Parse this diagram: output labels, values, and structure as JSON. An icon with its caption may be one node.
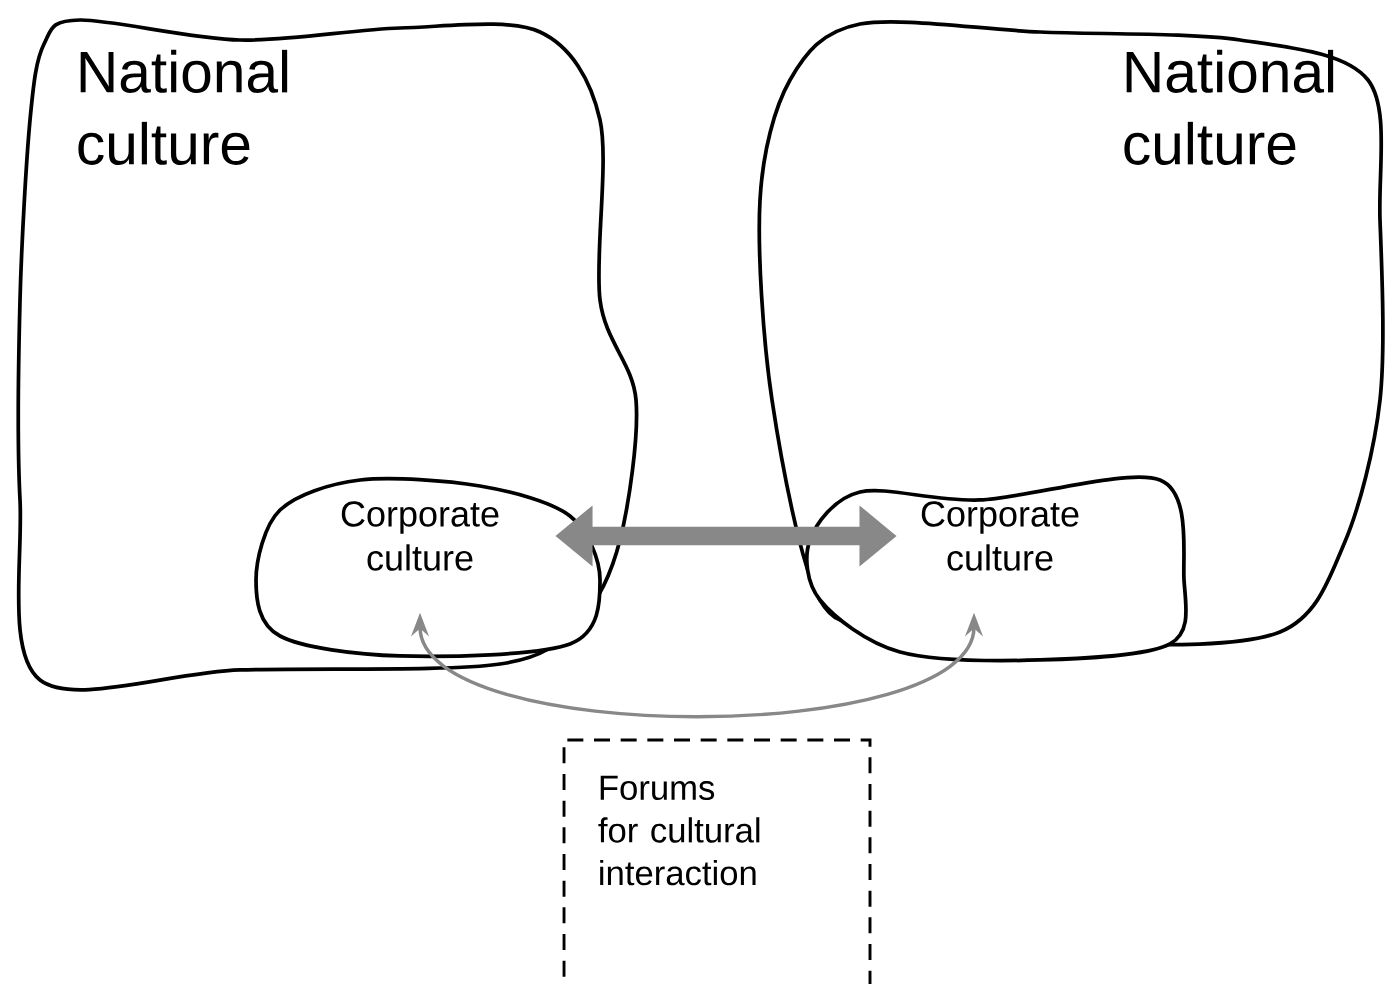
{
  "diagram": {
    "nodes": [
      {
        "text": [
          "National culture"
        ]
      },
      {
        "text": [
          "Corporate culture"
        ],
        "in": 0
      },
      {
        "text": [
          "National culture"
        ]
      },
      {
        "text": [
          "Corporate culture"
        ],
        "in": 2
      },
      {
        "text": [
          "Forums for cultural interaction"
        ]
      }
    ],
    "edges": [
      {
        "from": 1,
        "to": 3,
        "arrow": "both",
        "style": "thick",
        "color": "#888888"
      },
      {
        "from": 1,
        "to": 3,
        "arrow": "both",
        "color": "#888888"
      }
    ]
  }
}
